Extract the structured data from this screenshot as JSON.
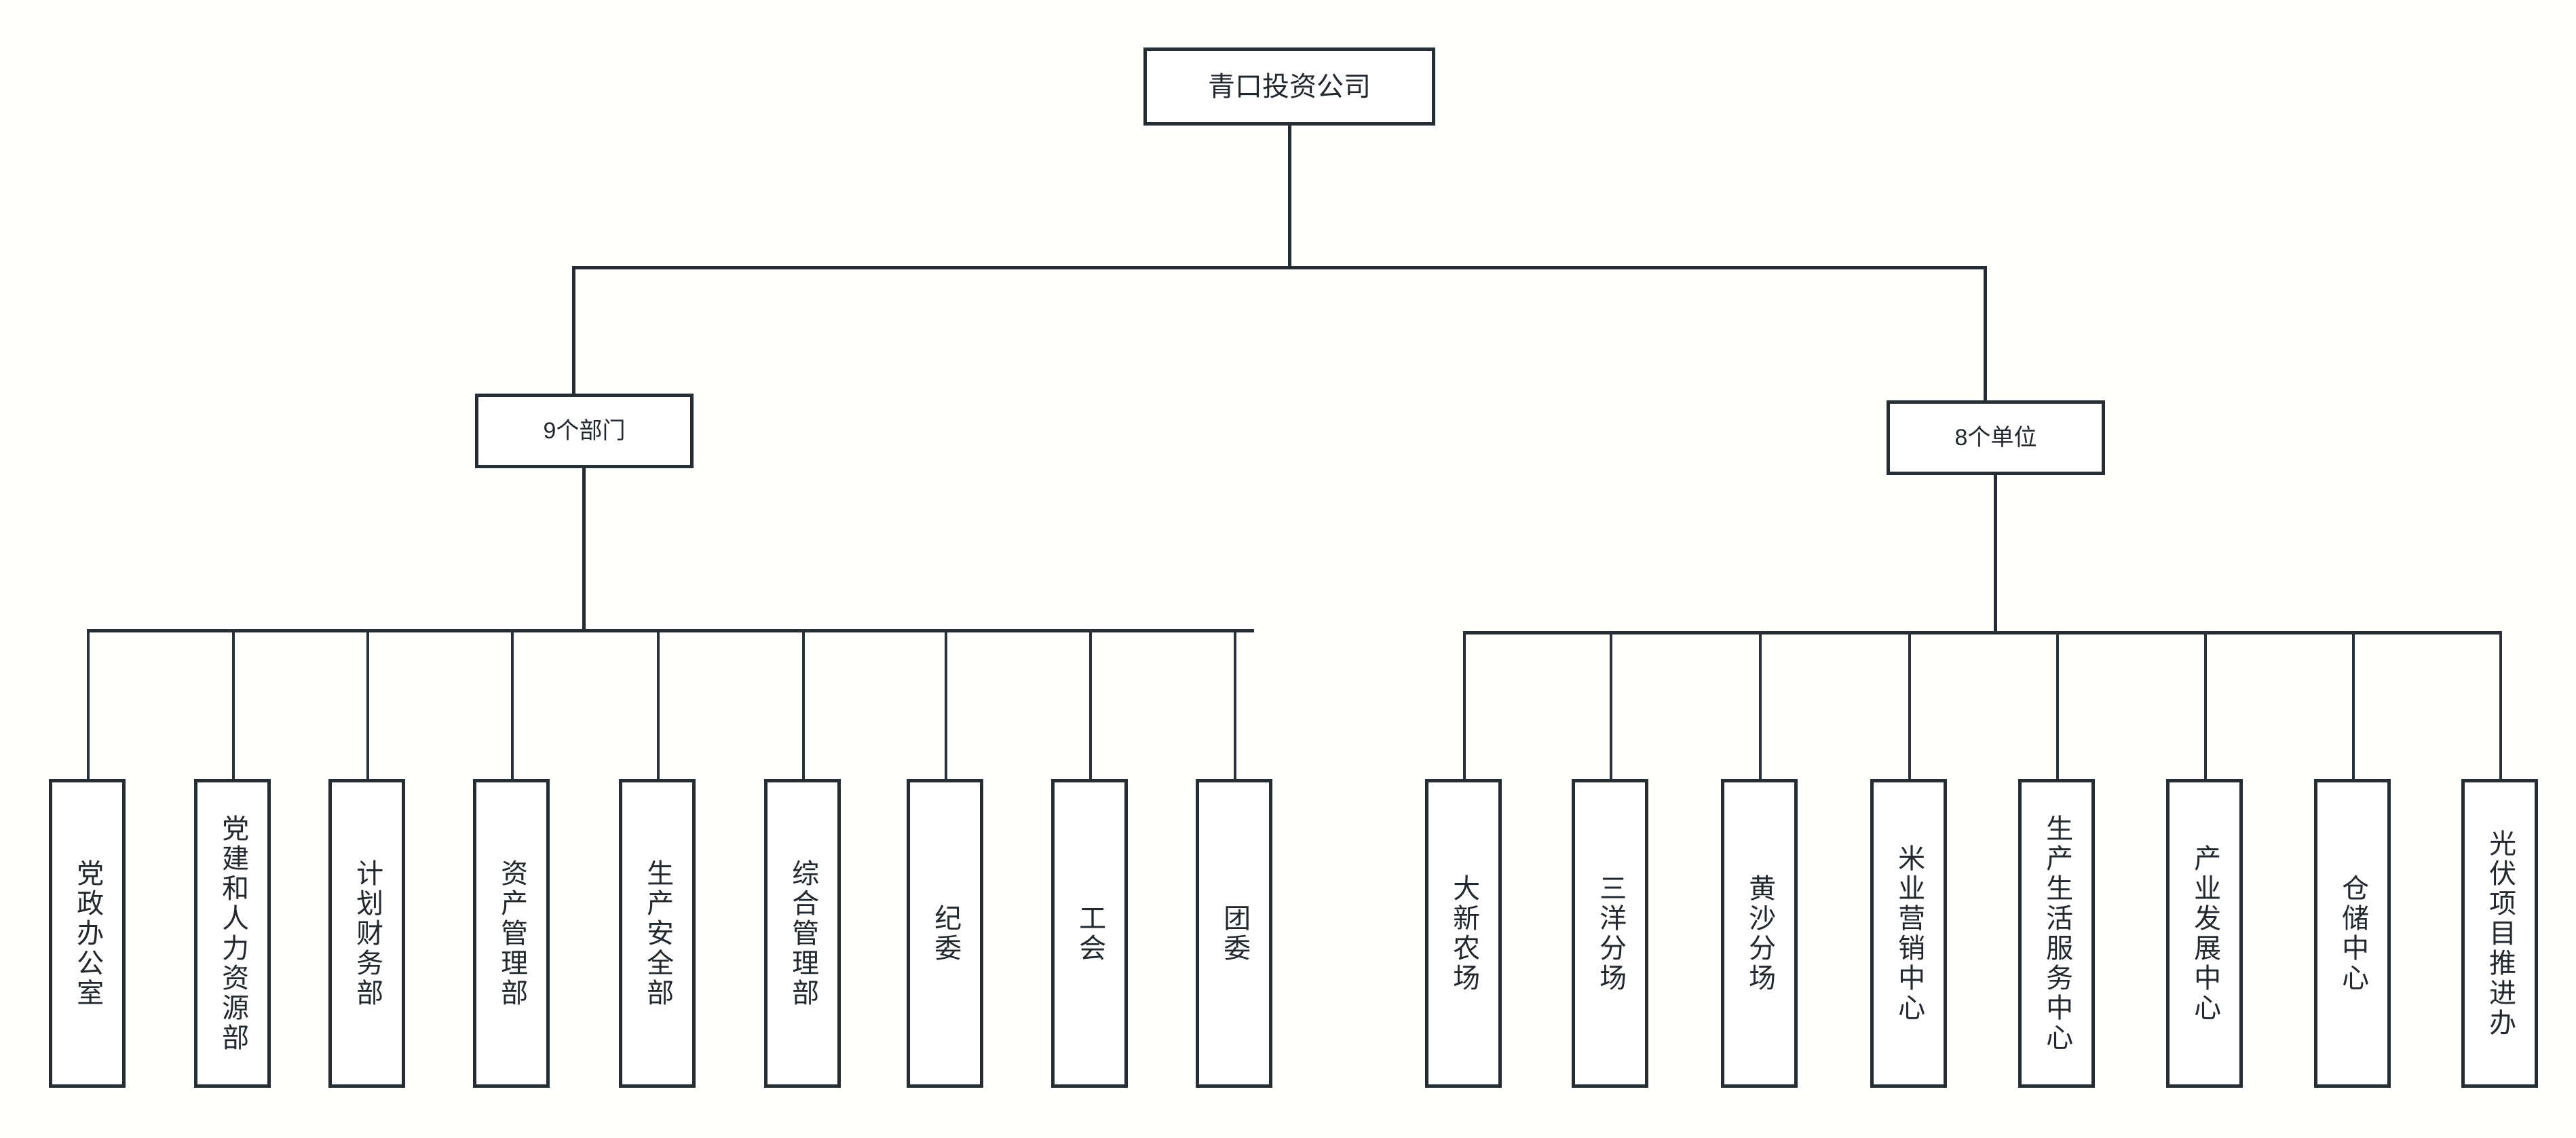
{
  "chart": {
    "type": "org-chart",
    "title_node": "青口投资公司",
    "orientation": "top-down",
    "levels": 3
  },
  "root": {
    "label": "青口投资公司"
  },
  "branches": [
    {
      "id": "departments",
      "label": "9个部门"
    },
    {
      "id": "units",
      "label": "8个单位"
    }
  ],
  "departments": [
    {
      "label": "党政办公室"
    },
    {
      "label": "党建和人力资源部"
    },
    {
      "label": "计划财务部"
    },
    {
      "label": "资产管理部"
    },
    {
      "label": "生产安全部"
    },
    {
      "label": "综合管理部"
    },
    {
      "label": "纪委"
    },
    {
      "label": "工会"
    },
    {
      "label": "团委"
    }
  ],
  "units": [
    {
      "label": "大新农场"
    },
    {
      "label": "三洋分场"
    },
    {
      "label": "黄沙分场"
    },
    {
      "label": "米业营销中心"
    },
    {
      "label": "生产生活服务中心"
    },
    {
      "label": "产业发展中心"
    },
    {
      "label": "仓储中心"
    },
    {
      "label": "光伏项目推进办"
    }
  ],
  "colors": {
    "border": "#262d33",
    "text": "#23282e",
    "background": "#fffffe",
    "connector": "#262d33"
  }
}
